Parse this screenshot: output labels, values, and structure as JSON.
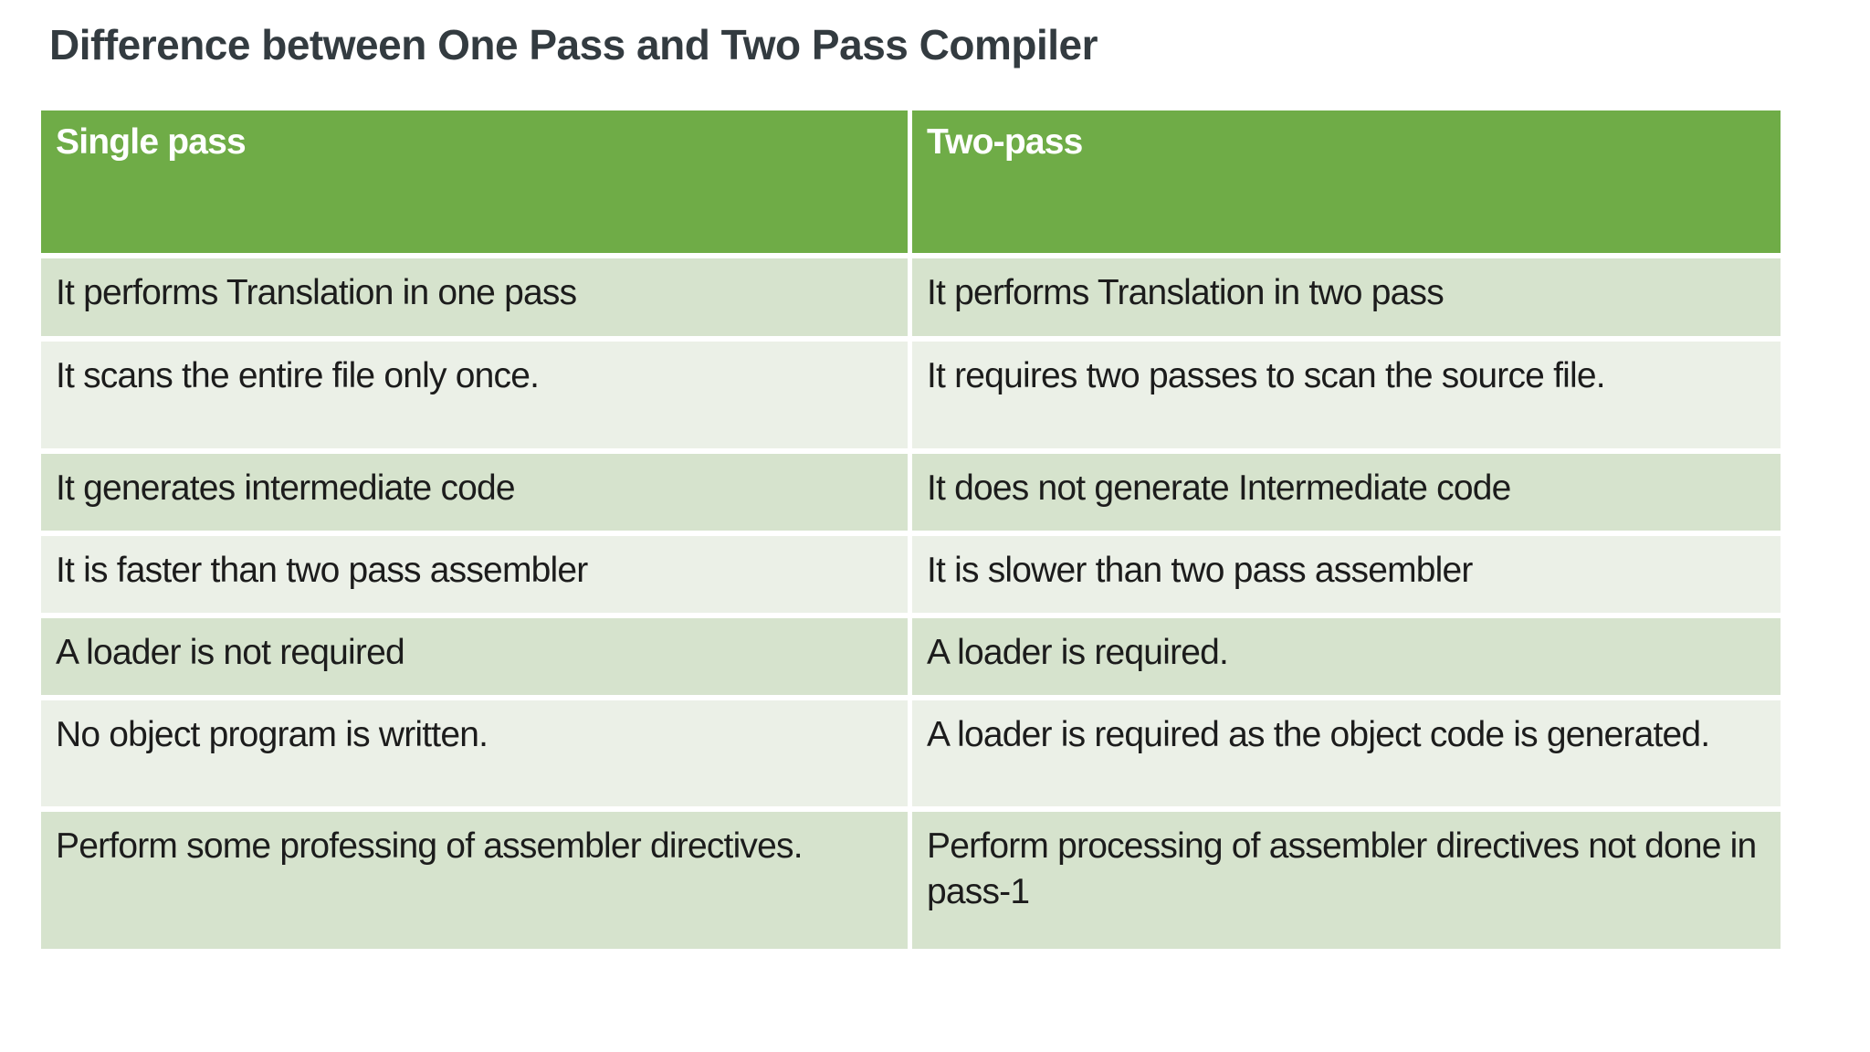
{
  "title": "Difference between One Pass and Two Pass Compiler",
  "colors": {
    "header_bg": "#6fac47",
    "header_text": "#ffffff",
    "band_dark": "#d6e3cd",
    "band_light": "#ebf0e7",
    "body_text": "#1c1c1c",
    "title_text": "#333b40",
    "page_bg": "#ffffff"
  },
  "table": {
    "headers": [
      "Single pass",
      "Two-pass"
    ],
    "rows": [
      {
        "single_pass": "It performs Translation in one pass",
        "two_pass": "It performs Translation in two pass"
      },
      {
        "single_pass": "It scans the entire file only once.",
        "two_pass": "It requires two passes to scan the source file."
      },
      {
        "single_pass": "It generates intermediate code",
        "two_pass": "It does not generate Intermediate code"
      },
      {
        "single_pass": "It is faster than two pass assembler",
        "two_pass": "It is slower than two pass assembler"
      },
      {
        "single_pass": "A loader is not required",
        "two_pass": "A loader is required."
      },
      {
        "single_pass": "No object program is written.",
        "two_pass": "A loader is required as the object code is generated."
      },
      {
        "single_pass": "Perform some professing of assembler directives.",
        "two_pass": "Perform processing of assembler directives not done in pass-1"
      }
    ]
  }
}
